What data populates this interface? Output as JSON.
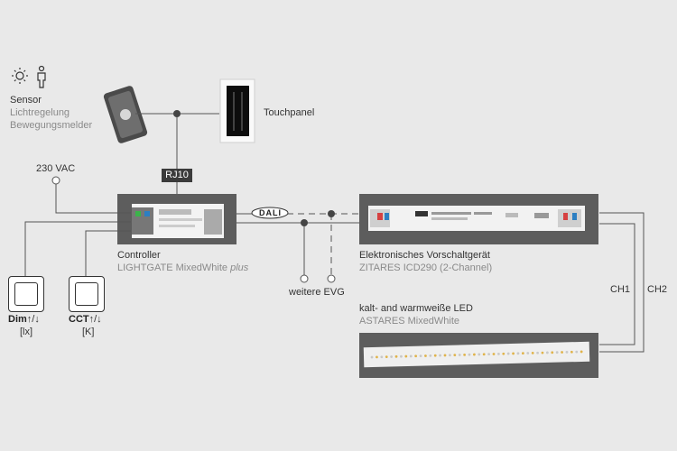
{
  "sensor": {
    "title": "Sensor",
    "line1": "Lichtregelung",
    "line2": "Bewegungsmelder"
  },
  "touchpanel": {
    "label": "Touchpanel"
  },
  "power": {
    "label": "230 VAC"
  },
  "rj10": {
    "label": "RJ10"
  },
  "controller": {
    "title": "Controller",
    "model_main": "LIGHTGATE MixedWhite",
    "model_suffix": "plus"
  },
  "bus": {
    "label": "DALI",
    "more_label": "weitere EVG"
  },
  "ballast": {
    "title": "Elektronisches Vorschaltgerät",
    "model": "ZITARES ICD290 (2-Channel)"
  },
  "led": {
    "title": "kalt- and warmweiße LED",
    "model": "ASTARES MixedWhite"
  },
  "channels": {
    "ch1": "CH1",
    "ch2": "CH2"
  },
  "dim_switch": {
    "label": "Dim",
    "arrows": "↑/↓",
    "unit": "[lx]"
  },
  "cct_switch": {
    "label": "CCT",
    "arrows": "↑/↓",
    "unit": "[K]"
  },
  "icons": [
    "brightness-icon",
    "motion-person-icon"
  ]
}
